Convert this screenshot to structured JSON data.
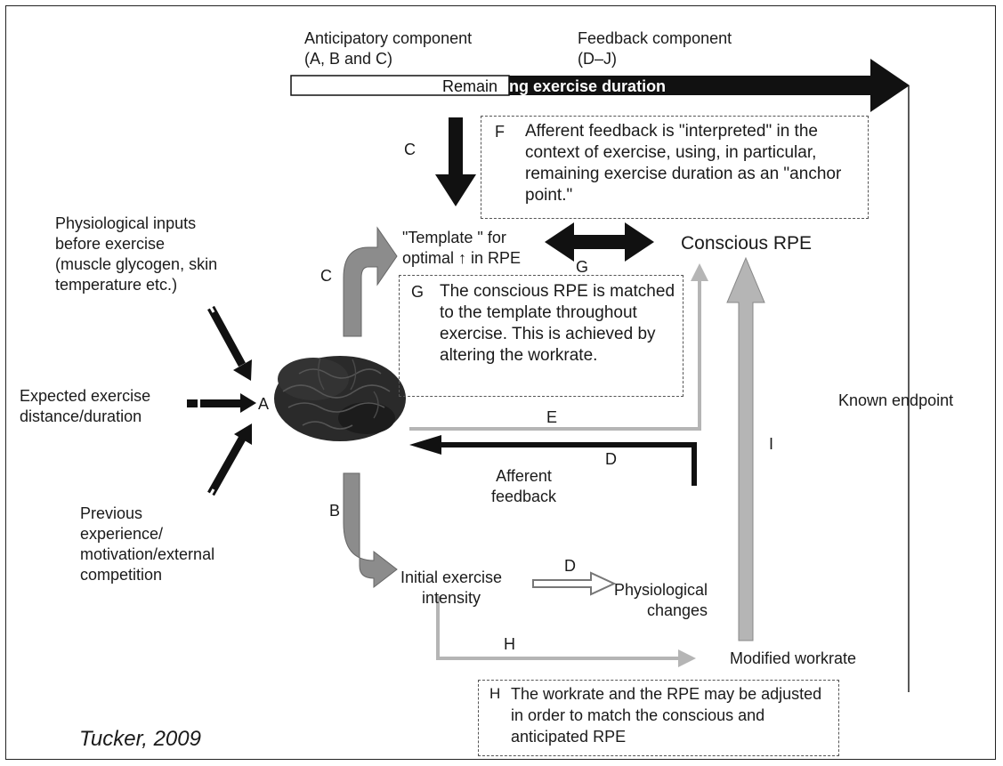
{
  "top": {
    "anticipatory": "Anticipatory component\n(A, B and C)",
    "feedback": "Feedback component\n(D–J)",
    "bar_left": "Remain",
    "bar_right": "ng exercise duration"
  },
  "boxes": {
    "f_letter": "F",
    "f_text": "Afferent feedback is \"interpreted\" in the context of exercise, using, in particular, remaining exercise duration as an \"anchor point.\"",
    "g_letter": "G",
    "g_text": "The conscious RPE is matched to the template throughout exercise. This is achieved by altering the workrate.",
    "h_letter": "H",
    "h_text": "The workrate and the RPE may be adjusted in order to match the conscious and anticipated RPE"
  },
  "nodes": {
    "template": "\"Template \" for\noptimal ↑ in RPE",
    "conscious_rpe": "Conscious RPE",
    "physiological_inputs": "Physiological inputs\nbefore exercise\n(muscle glycogen, skin\ntemperature etc.)",
    "expected": "Expected exercise\ndistance/duration",
    "previous": "Previous\nexperience/\nmotivation/external\ncompetition",
    "afferent": "Afferent\nfeedback",
    "initial": "Initial exercise\nintensity",
    "physiological_changes": "Physiological\nchanges",
    "modified": "Modified workrate",
    "known_endpoint": "Known endpoint"
  },
  "letters": {
    "c_top": "C",
    "c_left": "C",
    "g_arrow": "G",
    "a": "A",
    "e": "E",
    "d_feedback": "D",
    "b": "B",
    "d_changes": "D",
    "h": "H",
    "i": "I"
  },
  "citation": "Tucker, 2009",
  "colors": {
    "dark": "#111111",
    "gray": "#8c8c8c",
    "light_gray": "#b5b5b5",
    "brain": "#2a2a2a"
  },
  "icons": {
    "brain": "brain-icon"
  }
}
